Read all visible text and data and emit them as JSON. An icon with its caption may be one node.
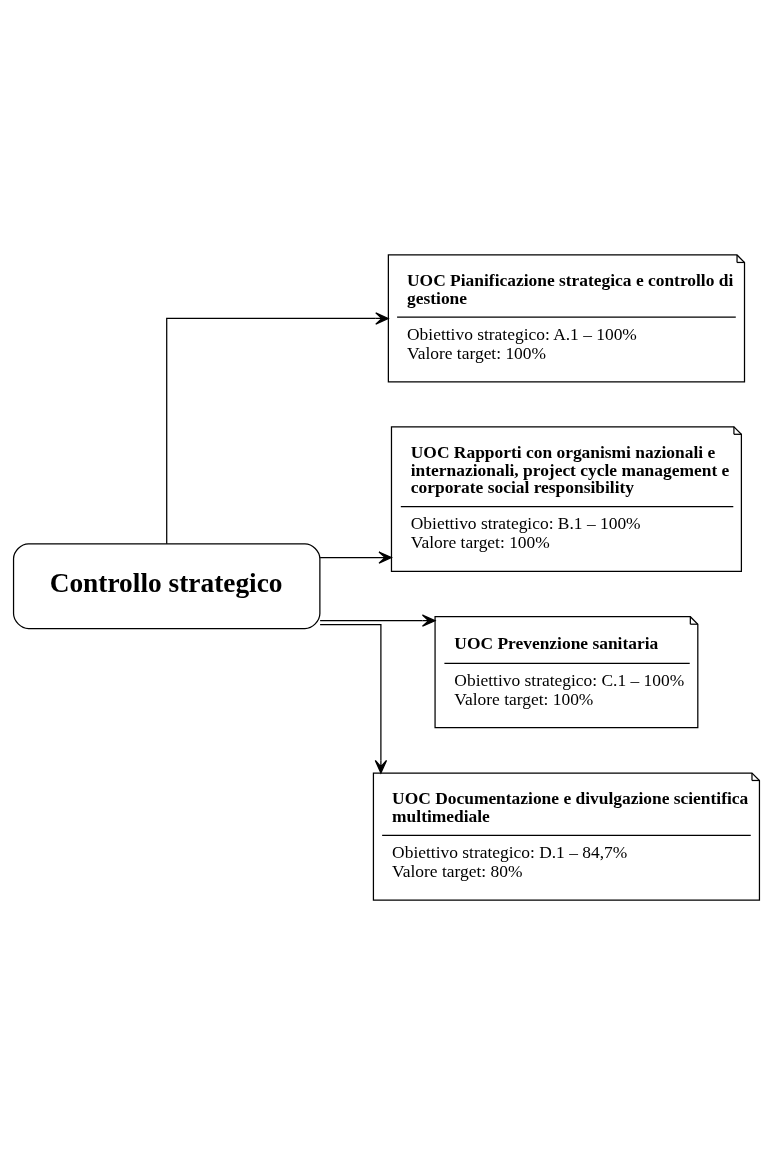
{
  "diagram": {
    "nodes": [
      {
        "text": [
          "Controllo strategico"
        ]
      },
      {
        "text": [
          "UOC Pianificazione strategica e controllo di gestione",
          "Obiettivo strategico: A.1 – 100%",
          "Valore target: 100%"
        ]
      },
      {
        "text": [
          "UOC Rapporti con organismi nazionali e internazionali, project cycle management e corporate social responsibility",
          "Obiettivo strategico: B.1 – 100%",
          "Valore target: 100%"
        ]
      },
      {
        "text": [
          "UOC Prevenzione sanitaria",
          "Obiettivo strategico: C.1 – 100%",
          "Valore target: 100%"
        ]
      },
      {
        "text": [
          "UOC Documentazione e divulgazione scientifica multimediale",
          "Obiettivo strategico: D.1 – 84,7%",
          "Valore target: 80%"
        ]
      }
    ],
    "edges": [
      {
        "from": 0,
        "to": 1,
        "arrow": "to"
      },
      {
        "from": 0,
        "to": 2,
        "arrow": "to"
      },
      {
        "from": 0,
        "to": 3,
        "arrow": "to"
      },
      {
        "from": 0,
        "to": 4,
        "arrow": "to"
      }
    ]
  }
}
